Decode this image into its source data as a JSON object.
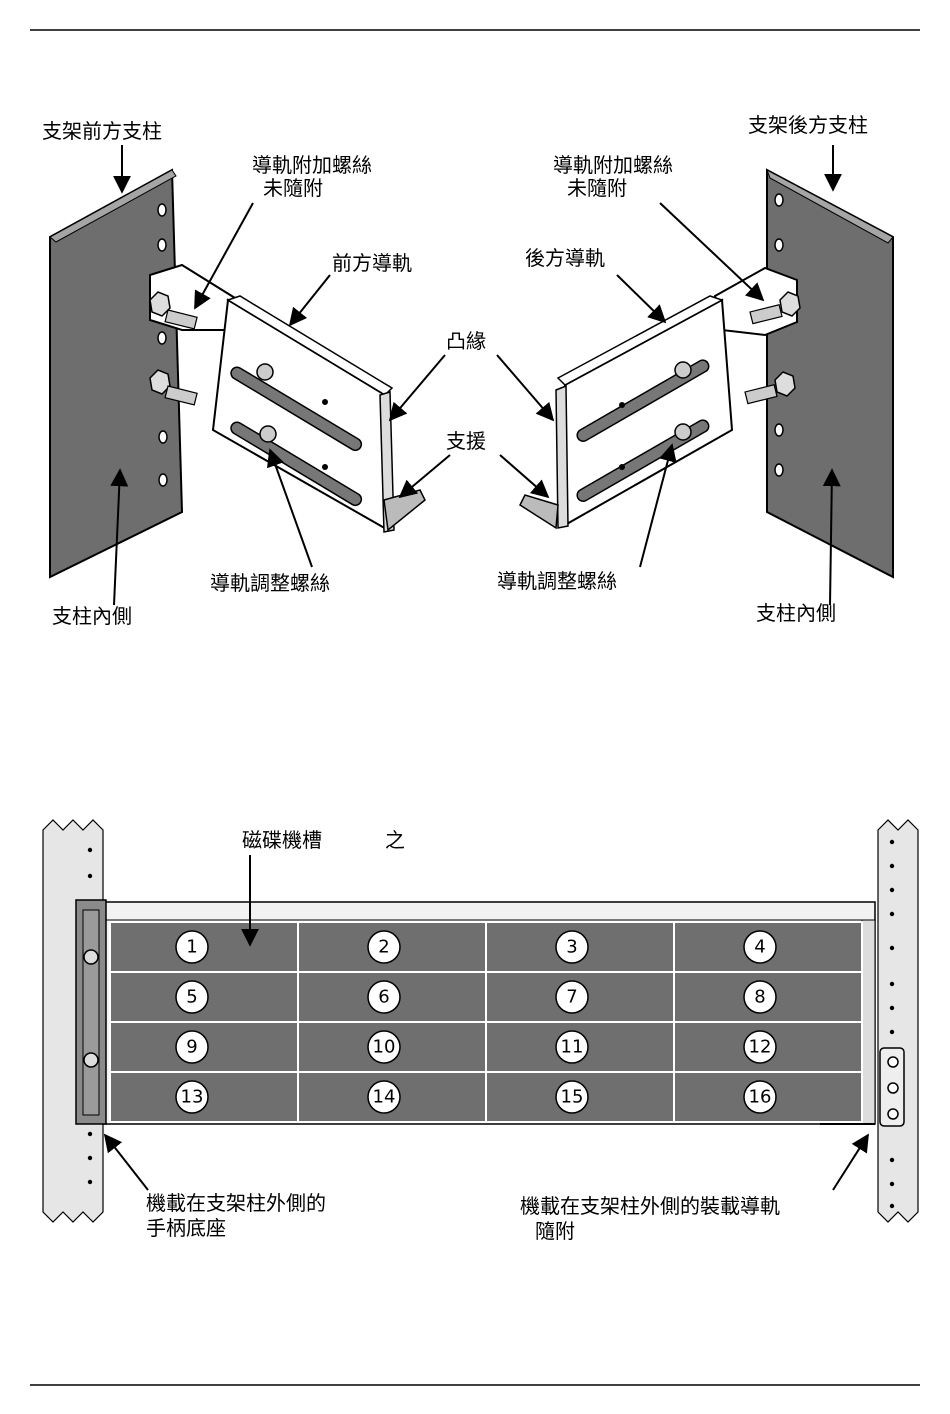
{
  "top_labels": {
    "front_post": "支架前方支柱",
    "rear_post": "支架後方支柱",
    "rail_screws_left_line1": "導軌附加螺絲",
    "rail_screws_left_line2": "未隨附",
    "rail_screws_right_line1": "導軌附加螺絲",
    "rail_screws_right_line2": "未隨附",
    "front_rail": "前方導軌",
    "rear_rail": "後方導軌",
    "flange": "凸緣",
    "support": "支援",
    "adjust_screw_left": "導軌調整螺絲",
    "adjust_screw_right": "導軌調整螺絲",
    "inner_post_left": "支柱內側",
    "inner_post_right": "支柱內側"
  },
  "bottom_labels": {
    "disk_slots": "磁碟機槽",
    "disk_slots_suffix": "之",
    "handle_line1": "機載在支架柱外側的",
    "handle_line2": "手柄底座",
    "mount_rail_line1": "機載在支架柱外側的裝載導軌",
    "mount_rail_line2": "隨附"
  },
  "bays": [
    "1",
    "2",
    "3",
    "4",
    "5",
    "6",
    "7",
    "8",
    "9",
    "10",
    "11",
    "12",
    "13",
    "14",
    "15",
    "16"
  ],
  "colors": {
    "post_gray": "#6e6e6e",
    "bay_gray": "#6f6f6f",
    "rack_gray": "#e6e6e6"
  }
}
